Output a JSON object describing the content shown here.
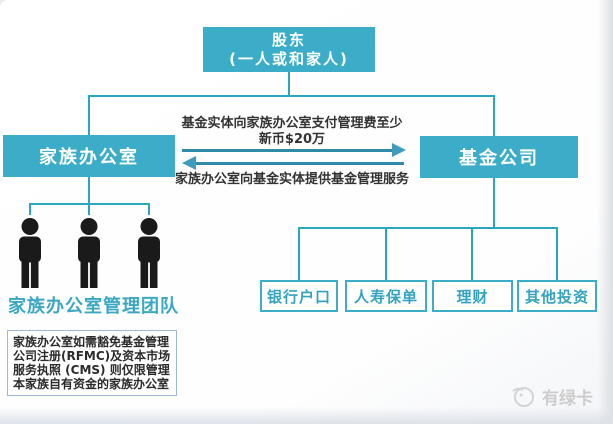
{
  "diagram": {
    "title_box": {
      "line1": "股东",
      "line2": "(一人或和家人)"
    },
    "left_box": {
      "label": "家族办公室"
    },
    "right_box": {
      "label": "基金公司"
    },
    "flows": {
      "fee_line1": "基金实体向家族办公室支付管理费至少",
      "fee_line2": "新币$20万",
      "service_label": "家族办公室向基金实体提供基金管理服务"
    },
    "team_label": "家族办公室管理团队",
    "note_text": "家族办公室如需豁免基金管理公司注册(RFMC)及资本市场服务执照 (CMS) 则仅限管理本家族自有资金的家族办公室",
    "assets": [
      {
        "label": "银行户口"
      },
      {
        "label": "人寿保单"
      },
      {
        "label": "理财"
      },
      {
        "label": "其他投资"
      }
    ],
    "watermark": {
      "text": "有绿卡"
    },
    "colors": {
      "box_fill": "#3BADC9",
      "connector_line": "#2BA6BC",
      "arrow_line": "#2E8CA8",
      "arrow_head": "#3F9CBC",
      "asset_text": "#35A3BE",
      "note_border": "#9FB6D4",
      "flow_text": "#333333",
      "person_icon": "#1A1A1A",
      "watermark_gray": "#CDCDCD"
    }
  }
}
